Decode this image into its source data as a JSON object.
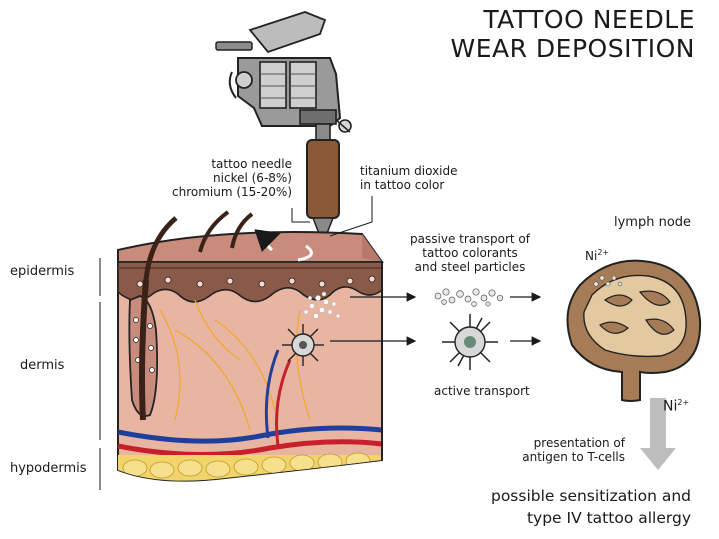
{
  "title": {
    "line1": "TATTOO NEEDLE",
    "line2": "WEAR DEPOSITION"
  },
  "needle": {
    "name": "tattoo needle",
    "nickel": "nickel (6-8%)",
    "chromium": "chromium (15-20%)"
  },
  "titanium": {
    "line1": "titanium dioxide",
    "line2": "in tattoo color"
  },
  "passive": {
    "line1": "passive transport of",
    "line2": "tattoo colorants",
    "line3": "and steel particles"
  },
  "active": "active transport",
  "lymph": "lymph node",
  "ion": {
    "base": "Ni",
    "charge": "2+"
  },
  "layers": {
    "epidermis": "epidermis",
    "dermis": "dermis",
    "hypodermis": "hypodermis"
  },
  "presentation": {
    "line1": "presentation of",
    "line2": "antigen to T-cells"
  },
  "outcome": {
    "line1": "possible sensitization and",
    "line2": "type IV tattoo allergy"
  },
  "colors": {
    "skin": "#e9b5a3",
    "epidermis": "#8a5a48",
    "vein": "#1f3f9c",
    "artery": "#c8202a",
    "fat": "#f3d46a",
    "nerve": "#f0a830",
    "lymph": "#a57c55",
    "arrow": "#bdbdbd"
  }
}
